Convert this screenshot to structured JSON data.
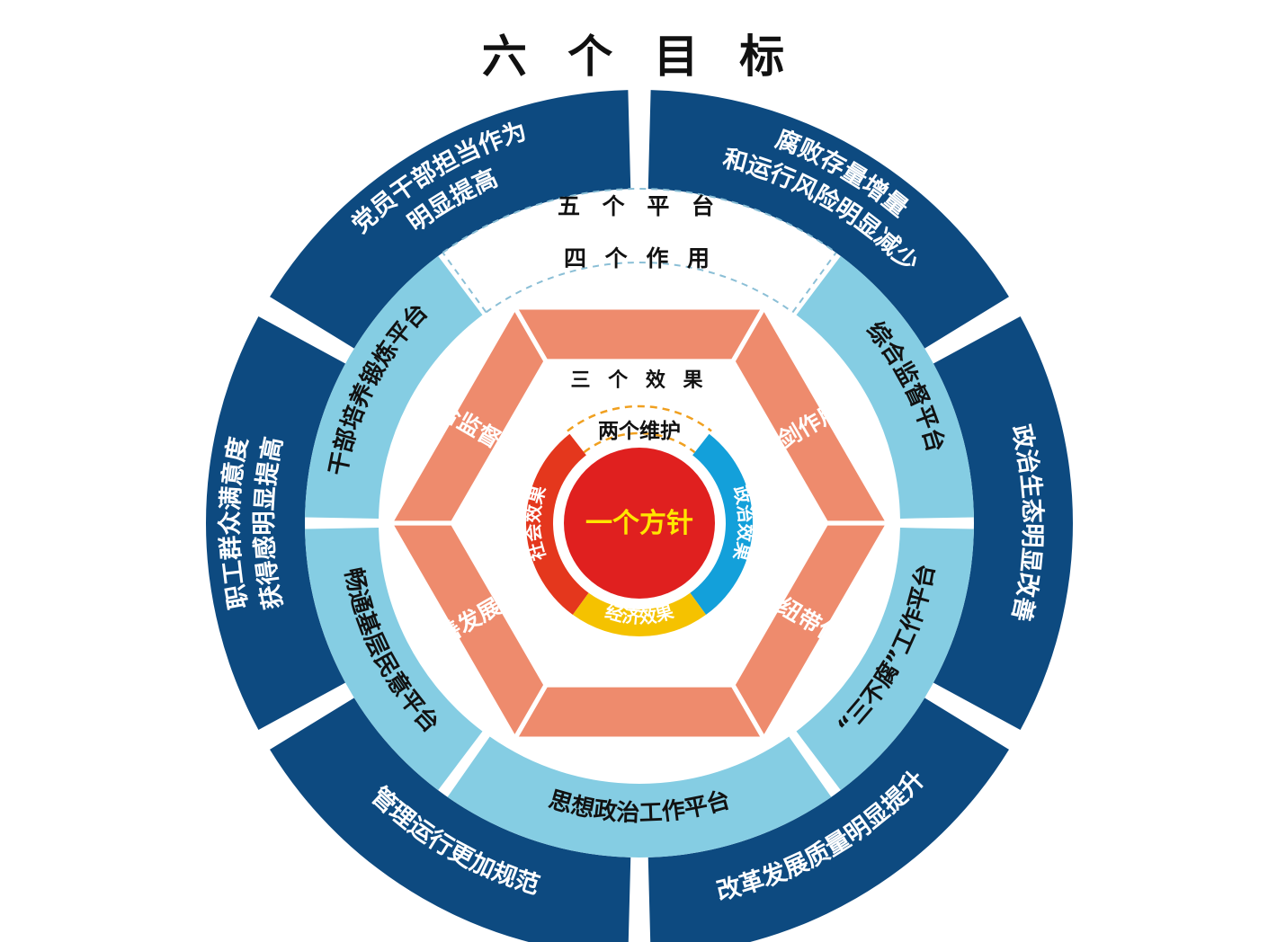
{
  "title": "六 个 目 标",
  "goals": [
    "腐败存量增量\n和运行风险明显减少",
    "政治生态明显改善",
    "改革发展质量明显提升",
    "管理运行更加规范",
    "职工群众满意度\n获得感明显提高",
    "党员干部担当作为\n明显提高"
  ],
  "platforms_label": "五 个 平 台",
  "platforms": [
    "综合监督平台",
    "“三不腐”工作平台",
    "思想政治工作平台",
    "畅通基层民意平台",
    "干部培养锻炼平台"
  ],
  "roles_label": "四 个 作 用",
  "roles": [
    "利剑作用",
    "桥梁纽带作用",
    "完善发展作用",
    "综合监督作用"
  ],
  "effects_label": "三 个 效 果",
  "maintenance_label": "两个维护",
  "effects": [
    "社会效果",
    "政治效果",
    "经济效果"
  ],
  "center_label": "一个方针",
  "colors": {
    "goal_ring": "#0d4a80",
    "platform_ring": "#85cde3",
    "roles_hex": "#ee8b6d",
    "social_effect": "#e4371d",
    "political_effect": "#13a0da",
    "economic_effect": "#f5c200",
    "center": "#e0201f",
    "center_text": "#ffe600",
    "dashed": "#8bbfd6",
    "dashed_orange": "#f0a020"
  }
}
